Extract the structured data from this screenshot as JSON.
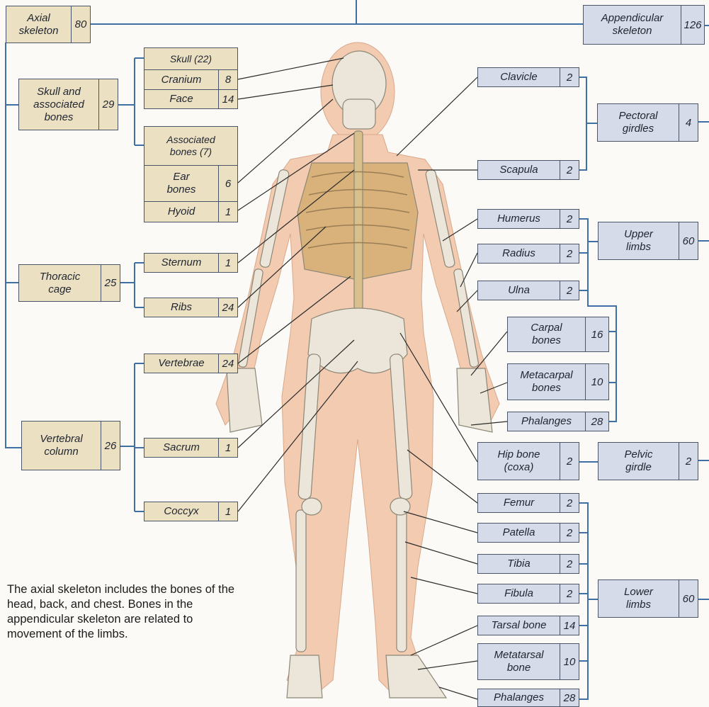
{
  "axial": {
    "label": "Axial\nskeleton",
    "count": "80"
  },
  "appendicular": {
    "label": "Appendicular\nskeleton",
    "count": "126"
  },
  "skull_group": {
    "label": "Skull and\nassociated\nbones",
    "count": "29"
  },
  "skull": {
    "header": "Skull (22)",
    "cranium": "Cranium",
    "cranium_count": "8",
    "face": "Face",
    "face_count": "14"
  },
  "associated": {
    "header": "Associated\nbones (7)",
    "ear": "Ear\nbones",
    "ear_count": "6",
    "hyoid": "Hyoid",
    "hyoid_count": "1"
  },
  "thoracic": {
    "label": "Thoracic\ncage",
    "count": "25"
  },
  "sternum": {
    "label": "Sternum",
    "count": "1"
  },
  "ribs": {
    "label": "Ribs",
    "count": "24"
  },
  "vertebral": {
    "label": "Vertebral\ncolumn",
    "count": "26"
  },
  "vertebrae": {
    "label": "Vertebrae",
    "count": "24"
  },
  "sacrum": {
    "label": "Sacrum",
    "count": "1"
  },
  "coccyx": {
    "label": "Coccyx",
    "count": "1"
  },
  "clavicle": {
    "label": "Clavicle",
    "count": "2"
  },
  "scapula": {
    "label": "Scapula",
    "count": "2"
  },
  "pectoral": {
    "label": "Pectoral\ngirdles",
    "count": "4"
  },
  "humerus": {
    "label": "Humerus",
    "count": "2"
  },
  "radius": {
    "label": "Radius",
    "count": "2"
  },
  "ulna": {
    "label": "Ulna",
    "count": "2"
  },
  "upper_limbs": {
    "label": "Upper\nlimbs",
    "count": "60"
  },
  "carpal": {
    "label": "Carpal\nbones",
    "count": "16"
  },
  "metacarpal": {
    "label": "Metacarpal\nbones",
    "count": "10"
  },
  "hand_phalanges": {
    "label": "Phalanges",
    "count": "28"
  },
  "hip": {
    "label": "Hip bone\n(coxa)",
    "count": "2"
  },
  "pelvic": {
    "label": "Pelvic\ngirdle",
    "count": "2"
  },
  "femur": {
    "label": "Femur",
    "count": "2"
  },
  "patella": {
    "label": "Patella",
    "count": "2"
  },
  "tibia": {
    "label": "Tibia",
    "count": "2"
  },
  "fibula": {
    "label": "Fibula",
    "count": "2"
  },
  "lower_limbs": {
    "label": "Lower\nlimbs",
    "count": "60"
  },
  "tarsal": {
    "label": "Tarsal bone",
    "count": "14"
  },
  "metatarsal": {
    "label": "Metatarsal\nbone",
    "count": "10"
  },
  "foot_phalanges": {
    "label": "Phalanges",
    "count": "28"
  },
  "caption": "The axial skeleton includes the bones of the head, back, and chest. Bones in the appendicular skeleton are related to movement of the limbs.",
  "colors": {
    "axial_box": "#ece0c3",
    "appendicular_box": "#d5dbe8",
    "connector": "#3f6fa3",
    "skin": "#f2cbb1",
    "bone": "#e8e3d6"
  }
}
